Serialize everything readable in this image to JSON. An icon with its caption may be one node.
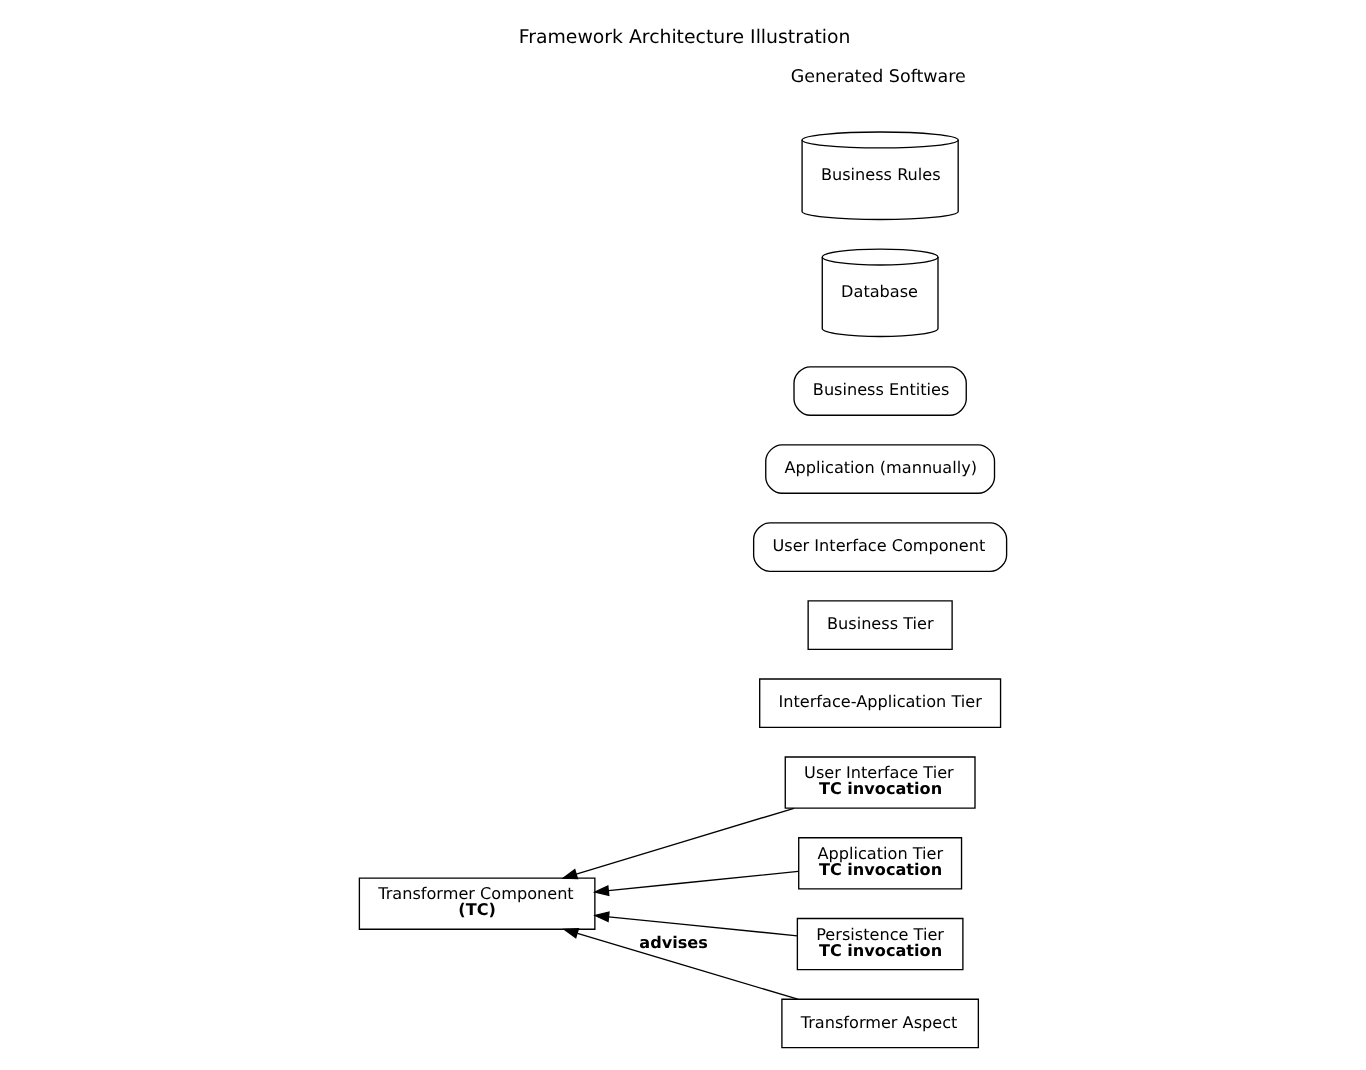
{
  "diagram": {
    "title": "Framework Architecture Illustration",
    "nodes": [
      {
        "text": [
          "User Interface Tier",
          "TC invocation"
        ]
      },
      {
        "text": [
          "Interface-Application Tier"
        ]
      },
      {
        "text": [
          "Application Tier",
          "TC invocation"
        ]
      },
      {
        "text": [
          "Business Tier"
        ]
      },
      {
        "text": [
          "Persistence Tier",
          "TC invocation"
        ]
      },
      {
        "text": [
          "Transformer Component",
          "(TC)"
        ]
      },
      {
        "text": [
          "Transformer Aspect"
        ]
      },
      {
        "text": [
          "User Interface Component"
        ]
      },
      {
        "text": [
          "Application (mannually)"
        ]
      },
      {
        "text": [
          "Business Entities"
        ]
      },
      {
        "text": [
          "Database"
        ]
      },
      {
        "text": [
          "Business Rules"
        ]
      }
    ],
    "edges": [
      {
        "from": 0,
        "to": 5,
        "arrow": "to"
      },
      {
        "from": 2,
        "to": 5,
        "arrow": "to"
      },
      {
        "from": 4,
        "to": 5,
        "arrow": "to"
      },
      {
        "from": 6,
        "to": 5,
        "arrow": "to",
        "label": "advises"
      }
    ],
    "labels": [
      "Generated Software"
    ]
  }
}
